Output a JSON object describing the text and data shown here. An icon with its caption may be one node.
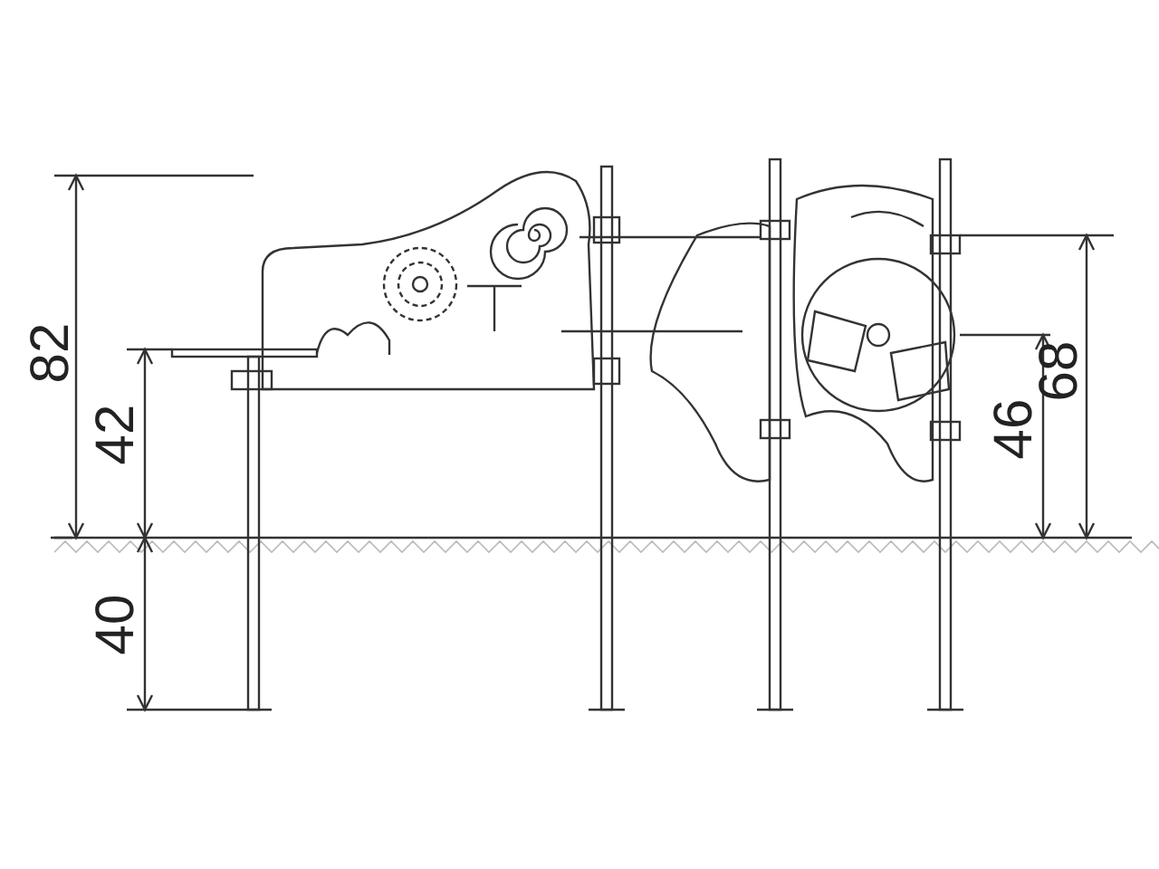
{
  "diagram": {
    "labels": [
      "82",
      "42",
      "40",
      "46",
      "68"
    ]
  }
}
